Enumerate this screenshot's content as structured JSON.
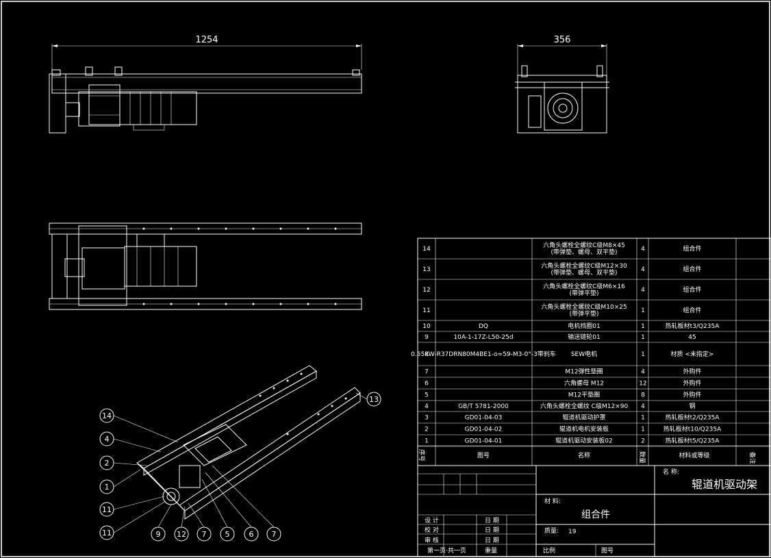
{
  "dimensions": {
    "front_length": "1254",
    "side_width": "356"
  },
  "bom": {
    "header": {
      "no": "序号",
      "code": "图号",
      "name": "名称",
      "qty": "数量",
      "material": "材料或等级",
      "remark": "备注"
    },
    "rows": [
      {
        "no": "14",
        "code": "",
        "name": "六角头螺栓全螺纹C级M8×45(带弹垫、螺母、双平垫)",
        "qty": "4",
        "material": "组合件"
      },
      {
        "no": "13",
        "code": "",
        "name": "六角头螺栓全螺纹C级M12×30(带弹垫、螺母、双平垫)",
        "qty": "4",
        "material": "组合件"
      },
      {
        "no": "12",
        "code": "",
        "name": "六角头螺栓全螺纹C级M6×16(带弹平垫)",
        "qty": "4",
        "material": "组合件"
      },
      {
        "no": "11",
        "code": "",
        "name": "六角头螺栓全螺纹C级M10×25(带弹平垫)",
        "qty": "1",
        "material": "组合件"
      },
      {
        "no": "10",
        "code": "DQ",
        "name": "电机挡圈01",
        "qty": "1",
        "material": "热轧板材t3/Q235A"
      },
      {
        "no": "9",
        "code": "10A-1-17Z-L50-25d",
        "name": "输送链轮01",
        "qty": "1",
        "material": "45"
      },
      {
        "no": "8",
        "code": "0.55KW-R37DRN80M4BE1-o=59-M3-0°-3带刹车",
        "name": "SEW电机",
        "qty": "1",
        "material": "材质 <未指定>"
      },
      {
        "no": "7",
        "code": "",
        "name": "M12弹性垫圈",
        "qty": "4",
        "material": "外购件"
      },
      {
        "no": "6",
        "code": "",
        "name": "六角螺母 M12",
        "qty": "12",
        "material": "外购件"
      },
      {
        "no": "5",
        "code": "",
        "name": "M12平垫圈",
        "qty": "8",
        "material": "外购件"
      },
      {
        "no": "4",
        "code": "GB/T 5781-2000",
        "name": "六角头螺栓全螺纹 C级M12×90",
        "qty": "4",
        "material": "钢"
      },
      {
        "no": "3",
        "code": "GD01-04-03",
        "name": "辊道机驱动护罩",
        "qty": "1",
        "material": "热轧板材t2/Q235A"
      },
      {
        "no": "2",
        "code": "GD01-04-02",
        "name": "辊道机电机安装板",
        "qty": "1",
        "material": "热轧板材t10/Q235A"
      },
      {
        "no": "1",
        "code": "GD01-04-01",
        "name": "辊道机驱动安装板02",
        "qty": "2",
        "material": "热轧板材t5/Q235A"
      }
    ]
  },
  "title_block": {
    "name_label": "名 称:",
    "drawing_name": "辊道机驱动架",
    "material_label": "材 料:",
    "material_value": "组合件",
    "weight_label": "质量:",
    "weight_value": "19",
    "design": "设 计",
    "check": "校 对",
    "review": "审 核",
    "date1": "日 期",
    "date2": "日 期",
    "date3": "日 期",
    "sheet_info": "第一页·共一页",
    "scale_label": "比例",
    "drawing_no_label": "图号",
    "weight_label2": "重量"
  },
  "balloons": [
    "14",
    "4",
    "2",
    "1",
    "11",
    "11",
    "9",
    "12",
    "7",
    "5",
    "6",
    "7",
    "13"
  ]
}
